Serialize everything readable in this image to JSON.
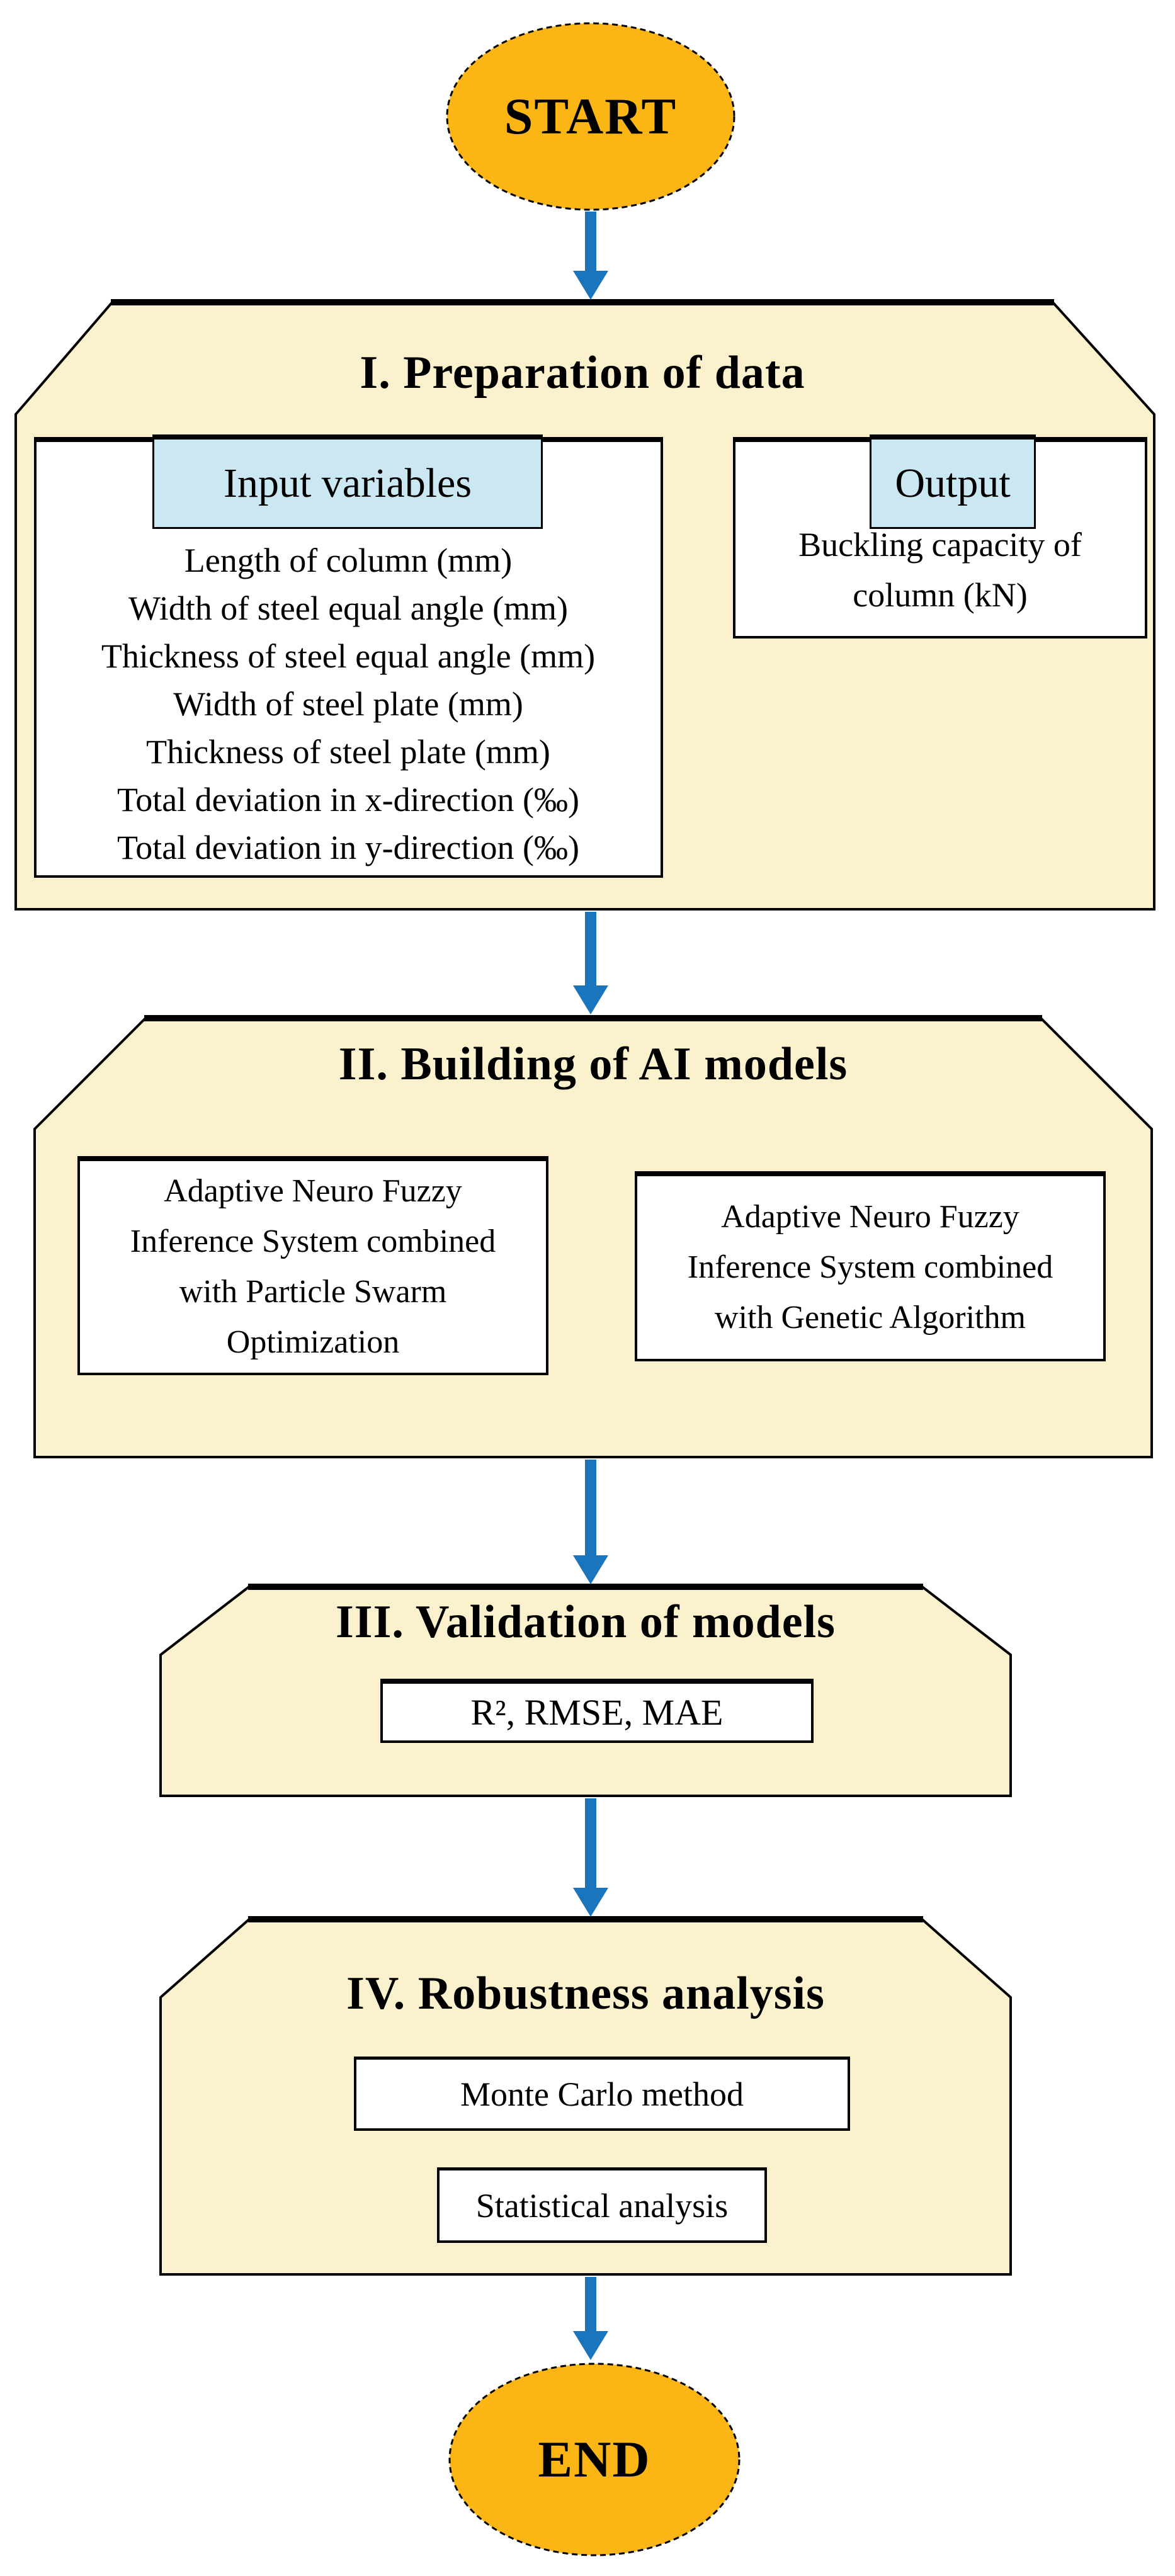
{
  "colors": {
    "terminal_fill": "#FBB616",
    "panel_fill": "#FCF1CD",
    "chip_fill": "#CBE7F2",
    "arrow": "#1B75BC",
    "box_fill": "#FFFFFF",
    "line": "#000000"
  },
  "terminals": {
    "start": "START",
    "end": "END"
  },
  "sections": {
    "preparation": {
      "title": "I. Preparation of data",
      "input": {
        "header": "Input variables",
        "items": [
          "Length of column (mm)",
          "Width of steel equal angle (mm)",
          "Thickness of steel equal angle (mm)",
          "Width of steel plate (mm)",
          "Thickness of steel plate (mm)",
          "Total deviation in x-direction (‰)",
          "Total deviation in y-direction (‰)"
        ]
      },
      "output": {
        "header": "Output",
        "text": "Buckling capacity of column (kN)"
      }
    },
    "building": {
      "title": "II. Building of AI models",
      "models": [
        "Adaptive Neuro Fuzzy Inference System combined with Particle Swarm Optimization",
        "Adaptive Neuro Fuzzy Inference System combined with Genetic Algorithm"
      ]
    },
    "validation": {
      "title": "III. Validation of models",
      "metrics": "R², RMSE, MAE"
    },
    "robustness": {
      "title": "IV. Robustness analysis",
      "methods": [
        "Monte Carlo method",
        "Statistical analysis"
      ]
    }
  }
}
